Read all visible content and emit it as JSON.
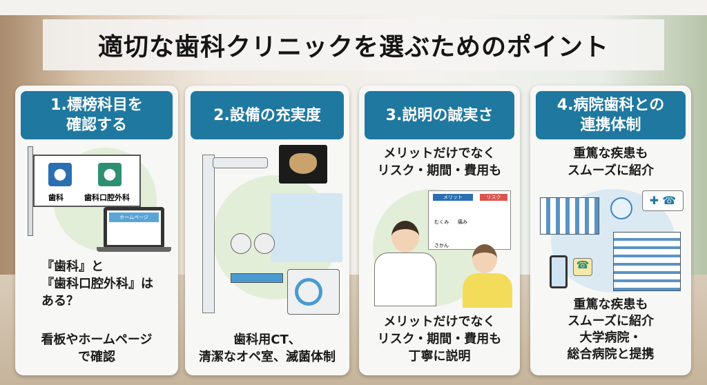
{
  "title": "適切な歯科クリニックを選ぶためのポイント",
  "cards": [
    {
      "heading_l1": "1.標榜科目を",
      "heading_l2": "確認する",
      "sign_labels": [
        "歯科",
        "歯科口腔外科"
      ],
      "laptop_label": "ホームページ",
      "question_l1": "『歯科』と",
      "question_l2": "『歯科口腔外科』は",
      "question_l3": "ある？",
      "note_l1": "看板やホームページ",
      "note_l2": "で確認"
    },
    {
      "heading": "2.設備の充実度",
      "note_l1": "歯科用CT、",
      "note_l2": "清潔なオペ室、滅菌体制"
    },
    {
      "heading": "3.説明の誠実さ",
      "top_l1": "メリットだけでなく",
      "top_l2": "リスク・期間・費用も",
      "board_tabs": [
        "メリット",
        "リスク"
      ],
      "board_labels": [
        "むくみ",
        "痛み",
        "さかん"
      ],
      "note_l1": "メリットだけでなく",
      "note_l2": "リスク・期間・費用も",
      "note_l3": "丁寧に説明"
    },
    {
      "heading_l1": "4.病院歯科との",
      "heading_l2": "連携体制",
      "top_l1": "重篤な疾患も",
      "top_l2": "スムーズに紹介",
      "note_l1": "重篤な疾患も",
      "note_l2": "スムーズに紹介",
      "note_l3": "大学病院・",
      "note_l4": "総合病院と提携"
    }
  ],
  "colors": {
    "header": "#1f78a0",
    "accent_green": "#2e8f73",
    "accent_blue": "#2a6fb0"
  }
}
